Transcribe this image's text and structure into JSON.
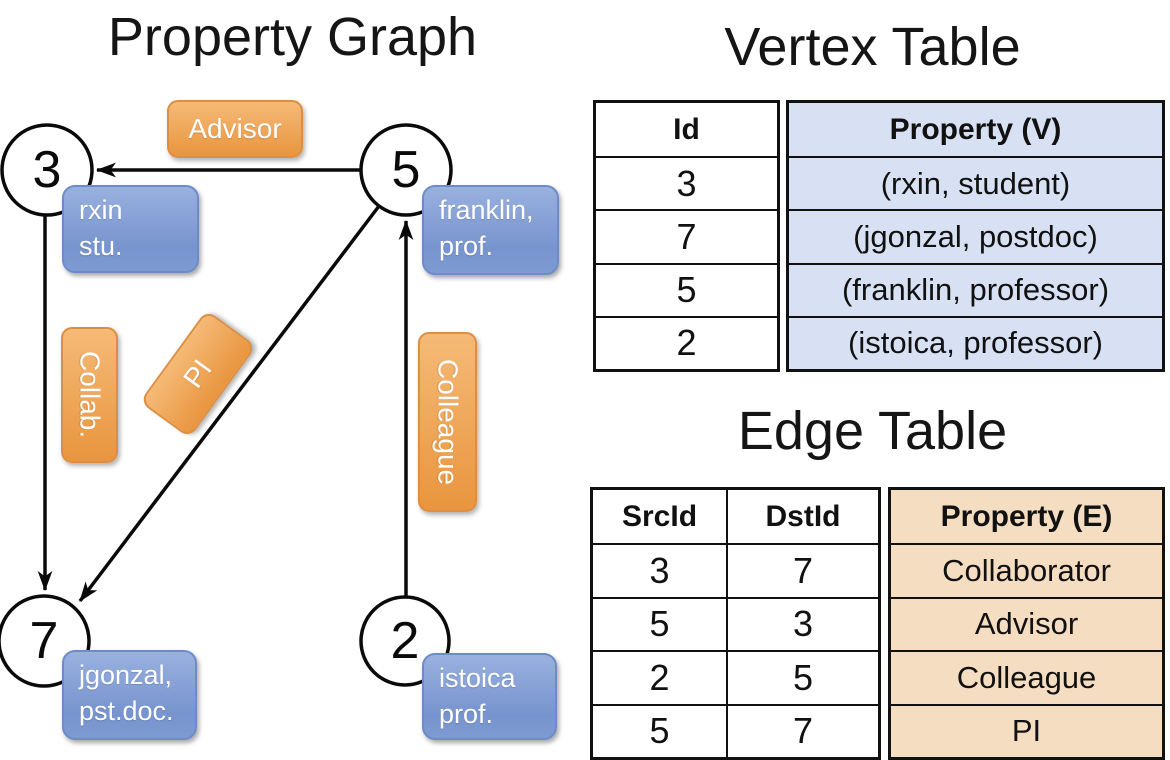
{
  "titles": {
    "property_graph": "Property Graph",
    "vertex_table": "Vertex Table",
    "edge_table": "Edge Table"
  },
  "graph": {
    "nodes": [
      {
        "id": "3"
      },
      {
        "id": "5"
      },
      {
        "id": "7"
      },
      {
        "id": "2"
      }
    ],
    "vertex_labels": [
      {
        "line1": "rxin",
        "line2": "stu."
      },
      {
        "line1": "franklin,",
        "line2": "prof."
      },
      {
        "line1": "jgonzal,",
        "line2": "pst.doc."
      },
      {
        "line1": "istoica",
        "line2": "prof."
      }
    ],
    "edge_labels": [
      {
        "text": "Advisor"
      },
      {
        "text": "Collab."
      },
      {
        "text": "PI"
      },
      {
        "text": "Colleague"
      }
    ]
  },
  "vertex_table": {
    "headers": {
      "id": "Id",
      "property": "Property (V)"
    },
    "rows": [
      {
        "id": "3",
        "property": "(rxin, student)"
      },
      {
        "id": "7",
        "property": "(jgonzal, postdoc)"
      },
      {
        "id": "5",
        "property": "(franklin, professor)"
      },
      {
        "id": "2",
        "property": "(istoica, professor)"
      }
    ]
  },
  "edge_table": {
    "headers": {
      "src": "SrcId",
      "dst": "DstId",
      "property": "Property (E)"
    },
    "rows": [
      {
        "src": "3",
        "dst": "7",
        "property": "Collaborator"
      },
      {
        "src": "5",
        "dst": "3",
        "property": "Advisor"
      },
      {
        "src": "2",
        "dst": "5",
        "property": "Colleague"
      },
      {
        "src": "5",
        "dst": "7",
        "property": "PI"
      }
    ]
  },
  "colors": {
    "edge_label_orange_top": "#F5BA77",
    "edge_label_orange_bottom": "#E9953E",
    "vertex_label_blue_top": "#9AB1DF",
    "vertex_label_blue_bottom": "#7E9AD3",
    "vertex_table_cell": "#D8E1F3",
    "edge_table_cell": "#F5DDC2",
    "line_black": "#0A0A0A",
    "text_white": "#FFFFFF"
  }
}
